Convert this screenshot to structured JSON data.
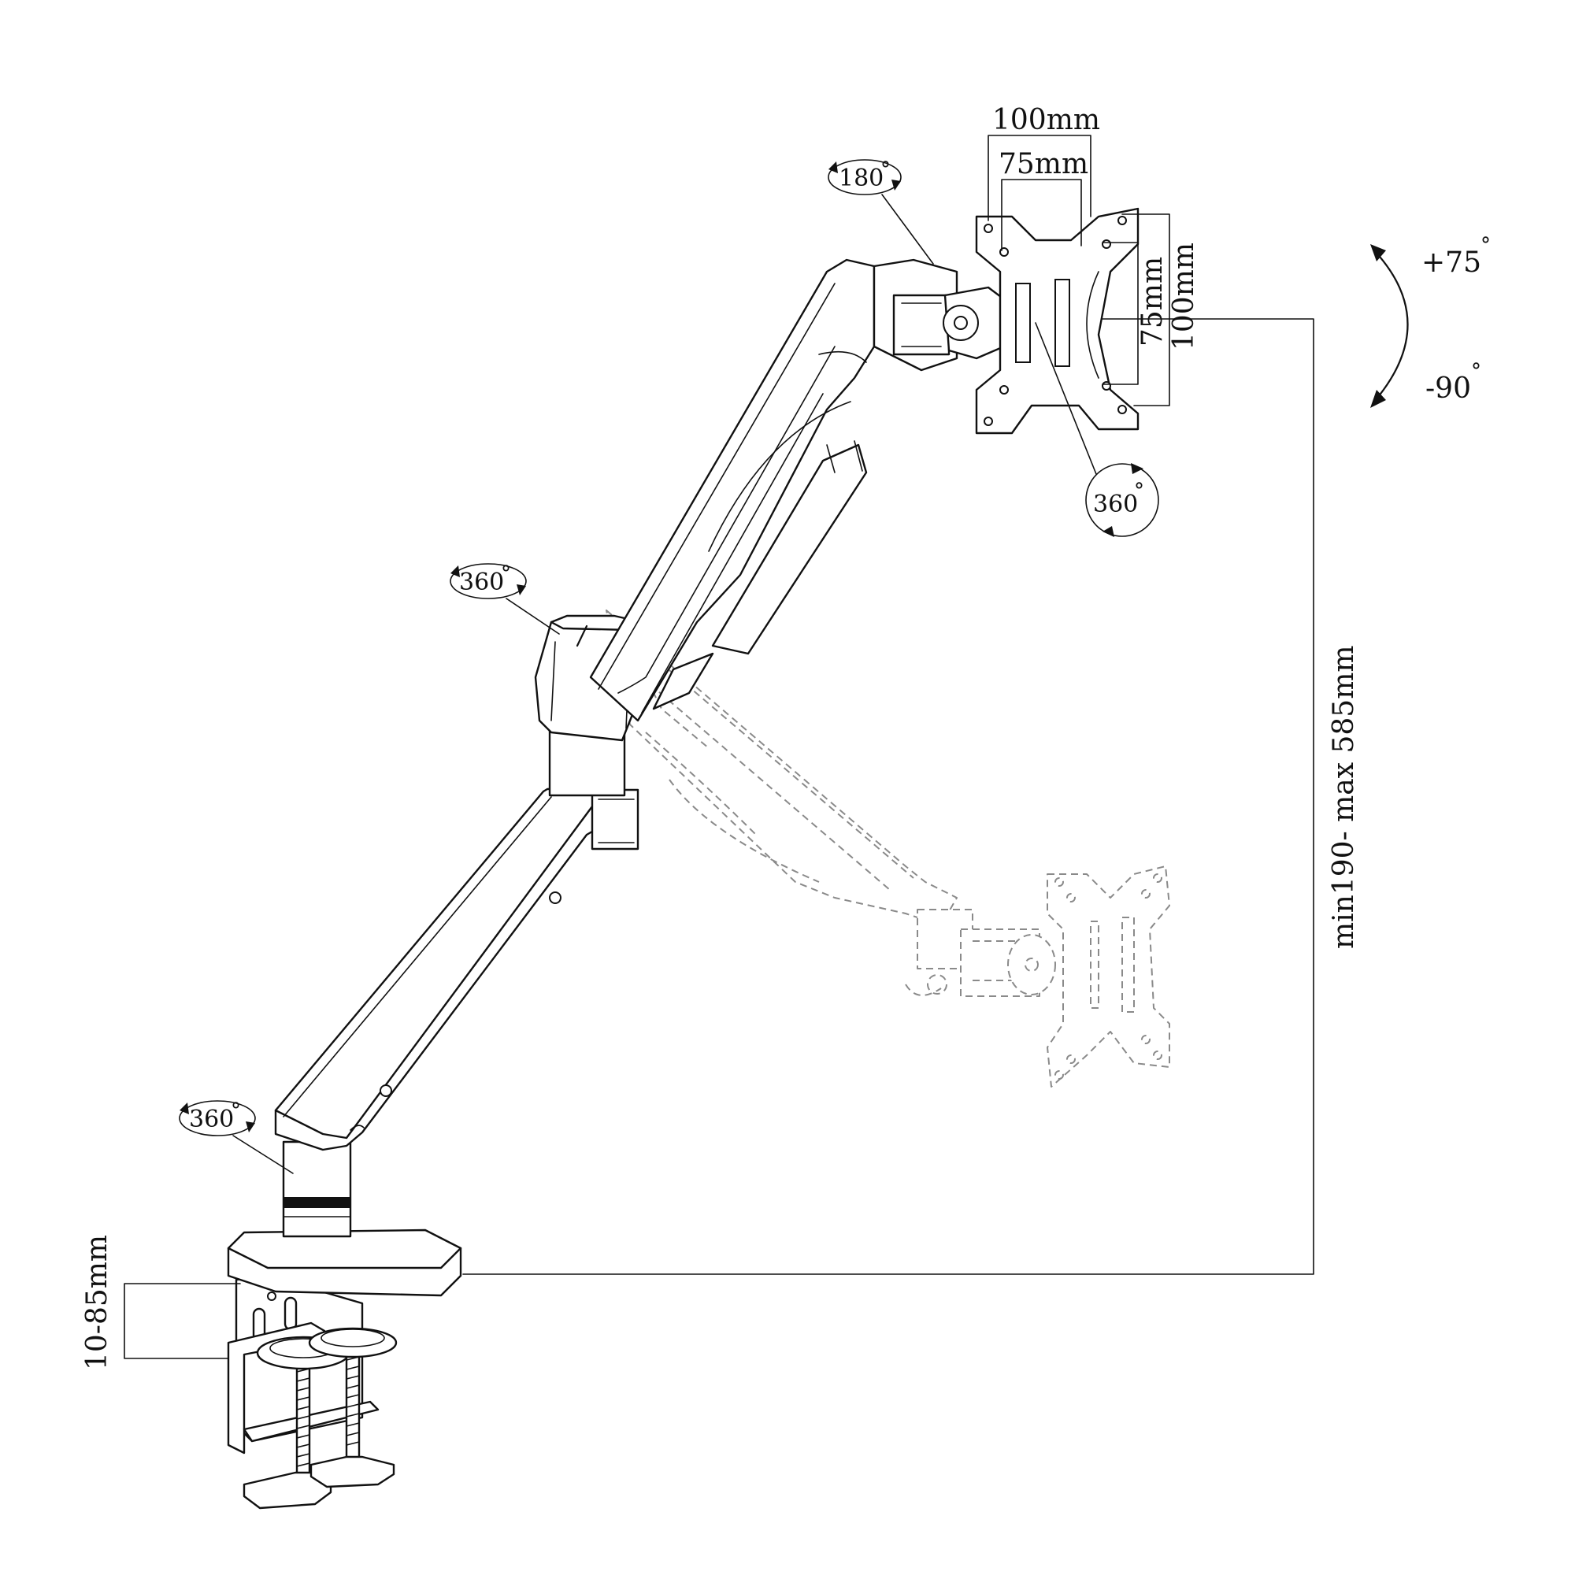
{
  "labels": {
    "vesa_top_outer": "100mm",
    "vesa_top_inner": "75mm",
    "vesa_side_inner": "75mm",
    "vesa_side_outer": "100mm",
    "tilt_up": "+75",
    "tilt_down": "-90",
    "plate_rotation": "360",
    "head_swivel": "180",
    "elbow_swivel": "360",
    "base_swivel": "360",
    "height_range": "min190- max 585mm",
    "clamp_range": "10-85mm",
    "degree_symbol": "°"
  }
}
